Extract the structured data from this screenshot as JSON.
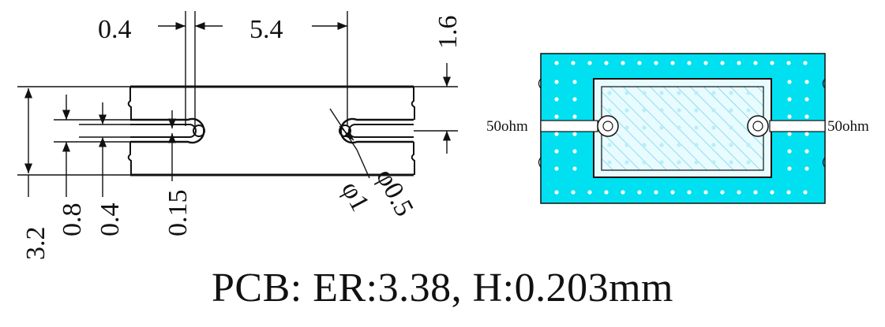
{
  "dimensions": {
    "slot_gap": "0.4",
    "hole_spacing": "5.4",
    "half_height": "1.6",
    "total_height": "3.2",
    "slot_width_outer": "0.8",
    "slot_width_inner": "0.4",
    "trace_width": "0.15",
    "hole_diameter": "φ1",
    "inner_hole_diameter": "φ0.5"
  },
  "layout_view": {
    "port_left_label": "50ohm",
    "port_right_label": "50ohm"
  },
  "caption": "PCB: ER:3.38, H:0.203mm",
  "colors": {
    "substrate": "#00e0f0",
    "hatch": "#66d6ee",
    "line": "#111111"
  }
}
